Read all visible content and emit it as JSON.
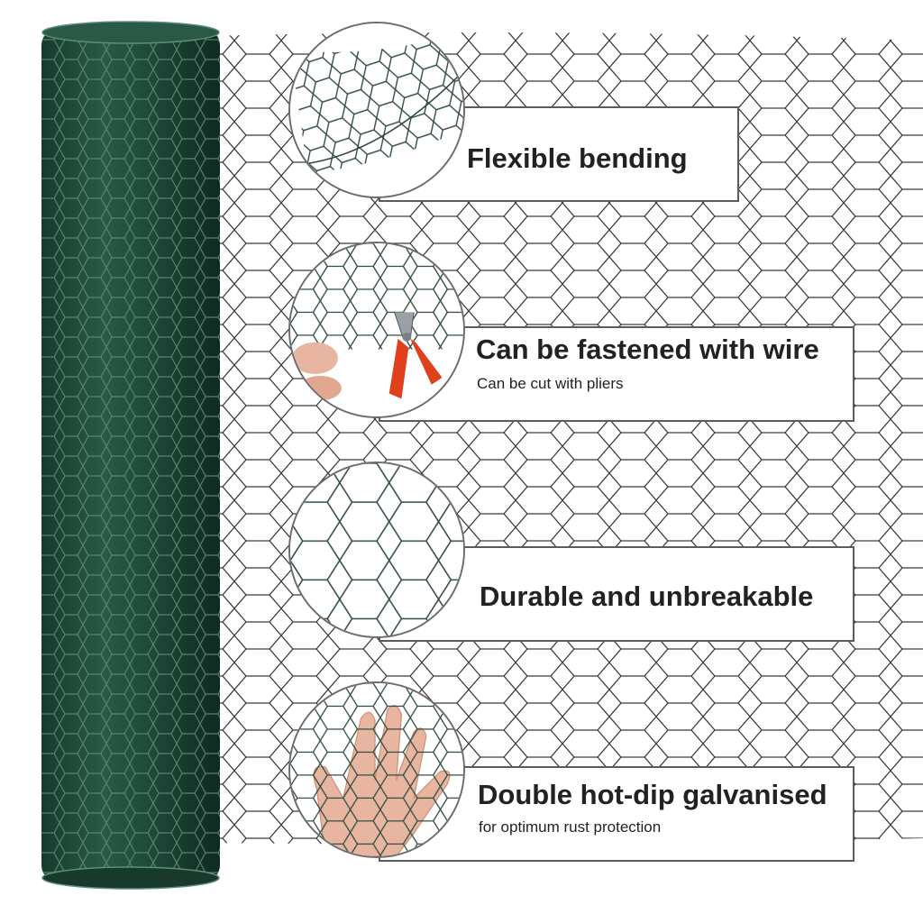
{
  "colors": {
    "mesh_wire": "#3a3a3a",
    "roll_green": "#1f4a3a",
    "roll_highlight": "#4a7a66",
    "banner_border": "#5b5b5b",
    "text": "#222222",
    "plier_handle": "#e0401c",
    "skin": "#e8b6a0"
  },
  "features": [
    {
      "id": "flexible",
      "title": "Flexible bending",
      "subtitle": "",
      "icon": "bent-mesh-closeup"
    },
    {
      "id": "fastened",
      "title": "Can be fastened with wire",
      "subtitle": "Can be cut with pliers",
      "icon": "pliers-cutting-wire"
    },
    {
      "id": "durable",
      "title": "Durable and unbreakable",
      "subtitle": "",
      "icon": "mesh-closeup"
    },
    {
      "id": "galvanised",
      "title": "Double hot-dip galvanised",
      "subtitle": "for optimum rust protection",
      "icon": "hand-behind-mesh"
    }
  ]
}
